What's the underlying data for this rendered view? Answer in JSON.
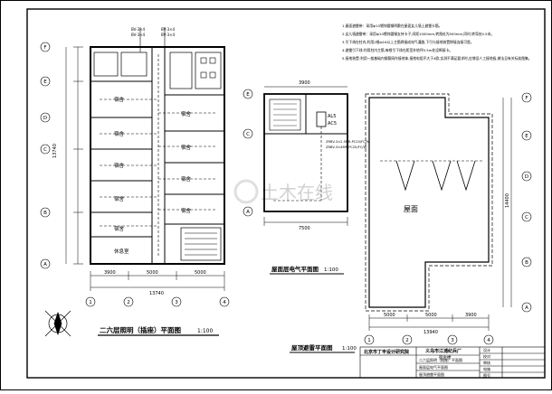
{
  "titles": {
    "plan_left": "二六层照明（插座）平面图",
    "plan_left_scale": "1:100",
    "plan_mid": "屋面层电气平面图",
    "plan_mid_scale": "1:100",
    "plan_roof": "屋顶避雷平面图",
    "plan_roof_scale": "1:100"
  },
  "room_labels": [
    "宿舍",
    "宿舍",
    "宿舍",
    "宿舍",
    "宿舍",
    "宿舍",
    "宿舍",
    "宿舍",
    "宿舍",
    "休息室"
  ],
  "roof_label": "屋面",
  "watermark": "土木在线",
  "axes_left_bottom": [
    "1",
    "2",
    "3",
    "4"
  ],
  "axes_left_side": [
    "F",
    "E",
    "D",
    "C",
    "B",
    "A"
  ],
  "axes_mid_side": [
    "E",
    "C",
    "A"
  ],
  "axes_roof_side": [
    "F",
    "E",
    "D",
    "C",
    "B",
    "A"
  ],
  "axes_roof_bottom": [
    "1",
    "2",
    "3",
    "4"
  ],
  "dims_left_bottom": [
    "3900",
    "5000",
    "5000"
  ],
  "dims_left_total": "13740",
  "dims_mid_bottom": "7500",
  "dims_mid_top": "3900",
  "dims_roof_bottom": [
    "5000",
    "5000",
    "3900"
  ],
  "dims_roof_total": "13940",
  "dims_roof_side": "14400",
  "notes": [
    "1.屋面避雷带：采用ф10镀锌圆钢明敷在屋面女儿墙上避雷卡筋。",
    "2.女儿墙避雷带：采用ф10镀锌圆钢支持卡子,间距1000mm,转角处为500mm,同时,转弯处0.5米。",
    "3.引下线在柱内,利用2根ф16以上主筋焊接成电气通路,下引与接地装置焊接连接可靠。",
    "4.避雷引下线:利用柱内主筋,每根引下线在距室外地坪0.5m处设断接卡。",
    "5.接地装置:利用一般基础内钢筋网作接地体,接地电阻不大于4欧,实测不满足要求时,应增设人工接地极,做法见有关标准图集。"
  ],
  "title_block": {
    "company": "北京市丁丰设计研究院",
    "project": "义乌市江浦纪兵厂",
    "project2": "宿舍楼",
    "drawing1": "二六层照明（插座）平面图",
    "drawing2": "屋面层电气平面图",
    "drawing3": "屋顶避雷平面图",
    "right_rows": [
      "设计",
      "校对",
      "审核",
      "电施",
      "图号"
    ]
  },
  "cable_tags": [
    "BV-3×4",
    "BV-3×4",
    "BV-3×4",
    "BV-3×4"
  ],
  "mid_tags": [
    "AL5",
    "AC5"
  ],
  "mid_notes": [
    "ZRBV-3×2.5MR-PC20/FC/W",
    "ZRBV-3×4MR-PC20/FC/W"
  ]
}
